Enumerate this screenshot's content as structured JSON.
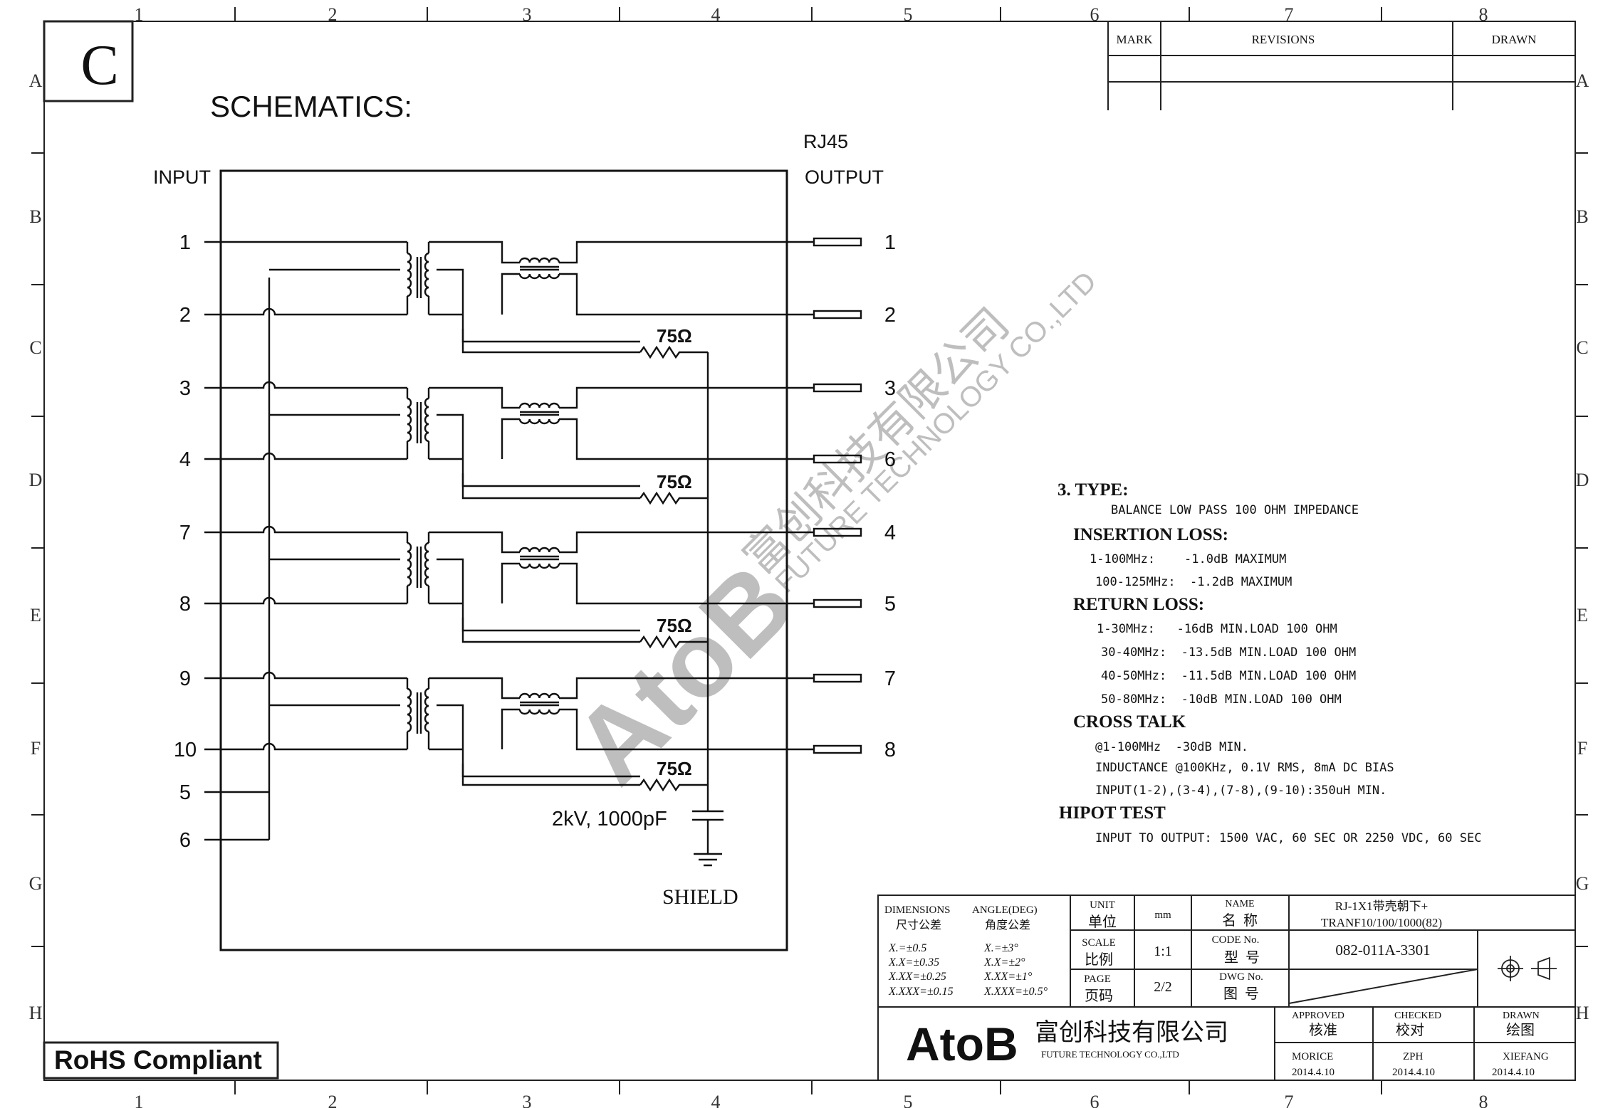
{
  "frame": {
    "col_labels": [
      "1",
      "2",
      "3",
      "4",
      "5",
      "6",
      "7",
      "8"
    ],
    "row_labels": [
      "A",
      "B",
      "C",
      "D",
      "E",
      "F",
      "G",
      "H"
    ],
    "sheet_letter": "C"
  },
  "revisions": {
    "mark": "MARK",
    "revisions": "REVISIONS",
    "drawn": "DRAWN"
  },
  "title": "SCHEMATICS:",
  "schematic": {
    "input_label": "INPUT",
    "rj45_label": "RJ45",
    "output_label": "OUTPUT",
    "input_pins": [
      "1",
      "2",
      "3",
      "4",
      "7",
      "8",
      "9",
      "10",
      "5",
      "6"
    ],
    "output_pins": [
      "1",
      "2",
      "3",
      "6",
      "4",
      "5",
      "7",
      "8"
    ],
    "resistor_label": "75Ω",
    "capacitor_label": "2kV, 1000pF",
    "shield_label": "SHIELD"
  },
  "watermark": {
    "brand": "AtoB",
    "cn": "富创科技有限公司",
    "en": "FUTURE TECHNOLOGY CO.,LTD"
  },
  "specs": {
    "type_heading": "3. TYPE:",
    "type_desc": "BALANCE LOW PASS 100 OHM IMPEDANCE",
    "insertion_heading": "INSERTION LOSS:",
    "insertion": [
      "1-100MHz:    -1.0dB MAXIMUM",
      "100-125MHz:  -1.2dB MAXIMUM"
    ],
    "return_heading": "RETURN LOSS:",
    "return": [
      "1-30MHz:   -16dB MIN.LOAD 100 OHM",
      "30-40MHz:  -13.5dB MIN.LOAD 100 OHM",
      "40-50MHz:  -11.5dB MIN.LOAD 100 OHM",
      "50-80MHz:  -10dB MIN.LOAD 100 OHM"
    ],
    "cross_heading": "CROSS TALK",
    "cross": [
      "@1-100MHz  -30dB MIN.",
      "INDUCTANCE @100KHz, 0.1V RMS, 8mA DC BIAS",
      "INPUT(1-2),(3-4),(7-8),(9-10):350uH MIN."
    ],
    "hipot_heading": "HIPOT TEST",
    "hipot": [
      "INPUT TO OUTPUT: 1500 VAC, 60 SEC OR 2250 VDC, 60 SEC"
    ]
  },
  "titleblock": {
    "dimensions_label": "DIMENSIONS",
    "dimensions_cn": "尺寸公差",
    "angle_label": "ANGLE(DEG)",
    "angle_cn": "角度公差",
    "tol_dim": [
      "X.=±0.5",
      "X.X=±0.35",
      "X.XX=±0.25",
      "X.XXX=±0.15"
    ],
    "tol_ang": [
      "X.=±3°",
      "X.X=±2°",
      "X.XX=±1°",
      "X.XXX=±0.5°"
    ],
    "unit_label": "UNIT",
    "unit_cn": "单位",
    "unit_value": "mm",
    "scale_label": "SCALE",
    "scale_cn": "比例",
    "scale_value": "1:1",
    "page_label": "PAGE",
    "page_cn": "页码",
    "page_value": "2/2",
    "name_label": "NAME",
    "name_cn": "名  称",
    "name_value_1": "RJ-1X1带壳朝下+",
    "name_value_2": "TRANF10/100/1000(82)",
    "code_label": "CODE No.",
    "code_cn": "型  号",
    "code_value": "082-011A-3301",
    "dwg_label": "DWG No.",
    "dwg_cn": "图  号",
    "company_brand": "AtoB",
    "company_cn": "富创科技有限公司",
    "company_en": "FUTURE TECHNOLOGY CO.,LTD",
    "approved_label": "APPROVED",
    "approved_cn": "核准",
    "approved_name": "MORICE",
    "approved_date": "2014.4.10",
    "checked_label": "CHECKED",
    "checked_cn": "校对",
    "checked_name": "ZPH",
    "checked_date": "2014.4.10",
    "drawn_label": "DRAWN",
    "drawn_cn": "绘图",
    "drawn_name": "XIEFANG",
    "drawn_date": "2014.4.10"
  },
  "rohs": "RoHS Compliant"
}
